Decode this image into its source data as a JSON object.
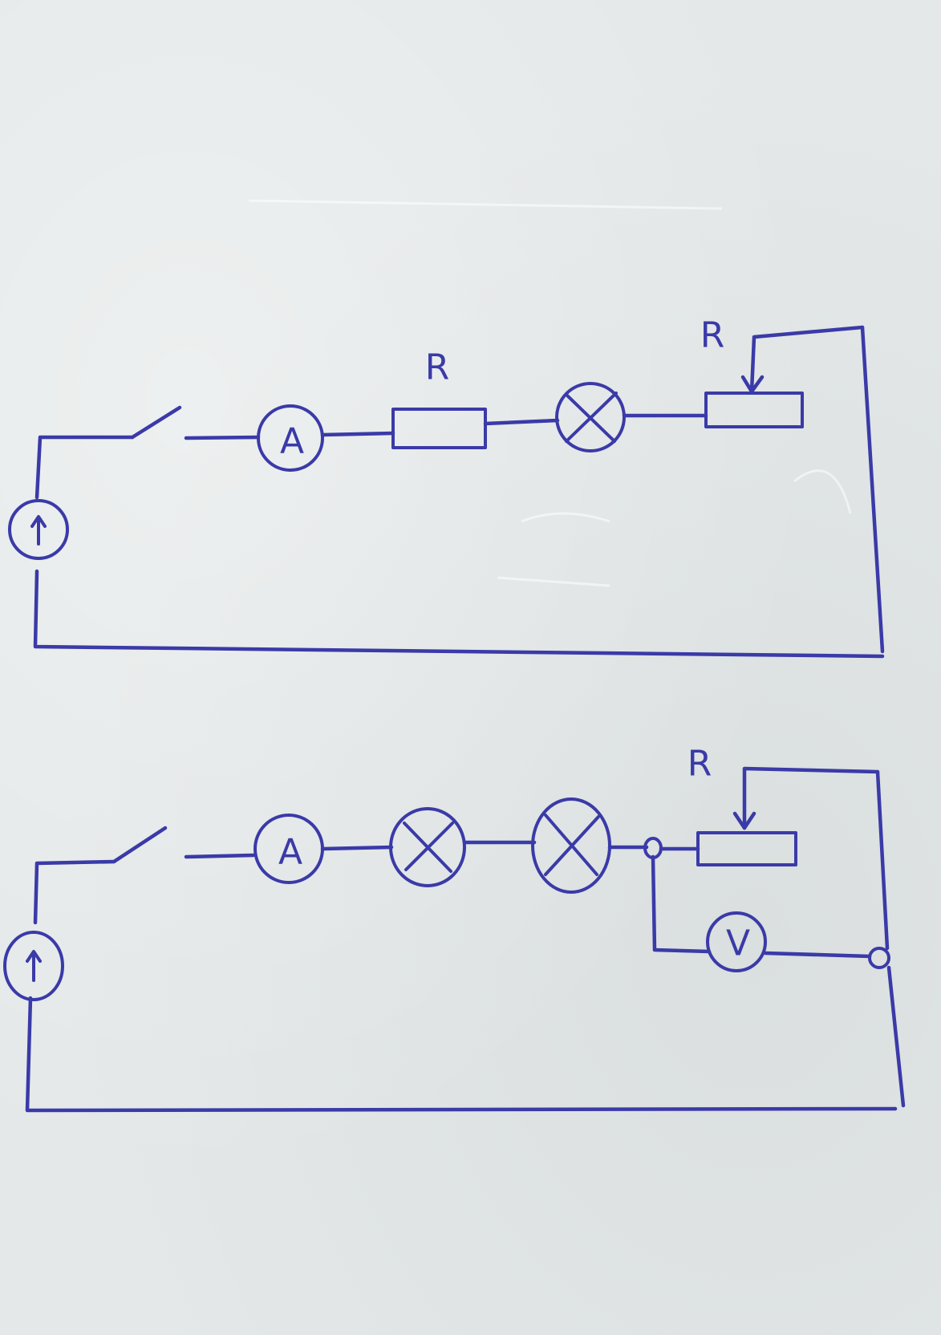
{
  "circuit_top": {
    "ammeter_label": "A",
    "resistor_label": "R",
    "rheostat_label": "R"
  },
  "circuit_bottom": {
    "ammeter_label": "A",
    "voltmeter_label": "V",
    "rheostat_label": "R"
  },
  "colors": {
    "ink": "#3a3aa8",
    "paper": "#e4e8e8"
  }
}
